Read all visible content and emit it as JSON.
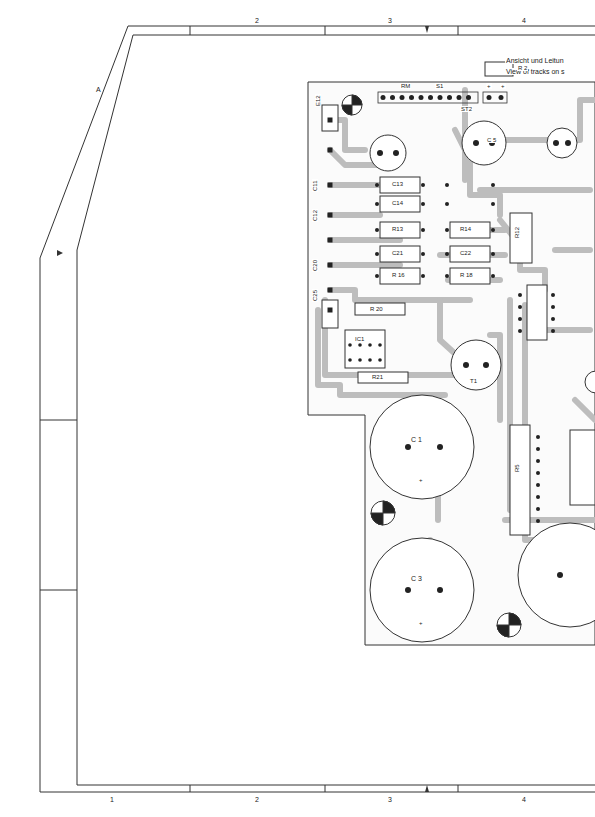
{
  "diagram": {
    "labels": [
      "Ansicht und Leitun",
      "View of tracks on s",
      "2",
      "3",
      "4",
      "1",
      "2",
      "3",
      "4",
      "A",
      "E12",
      "RM",
      "S1",
      "ST2",
      "+",
      "+",
      "R 2",
      "C13",
      "C14",
      "C11",
      "C12",
      "R13",
      "R14",
      "C21",
      "C22",
      "R 16",
      "R 18",
      "R 20",
      "C20",
      "C25",
      "R12",
      "IC1",
      "R21",
      "T1",
      "C 1",
      "C 3",
      "R5",
      "+",
      "+",
      "C 5"
    ]
  }
}
